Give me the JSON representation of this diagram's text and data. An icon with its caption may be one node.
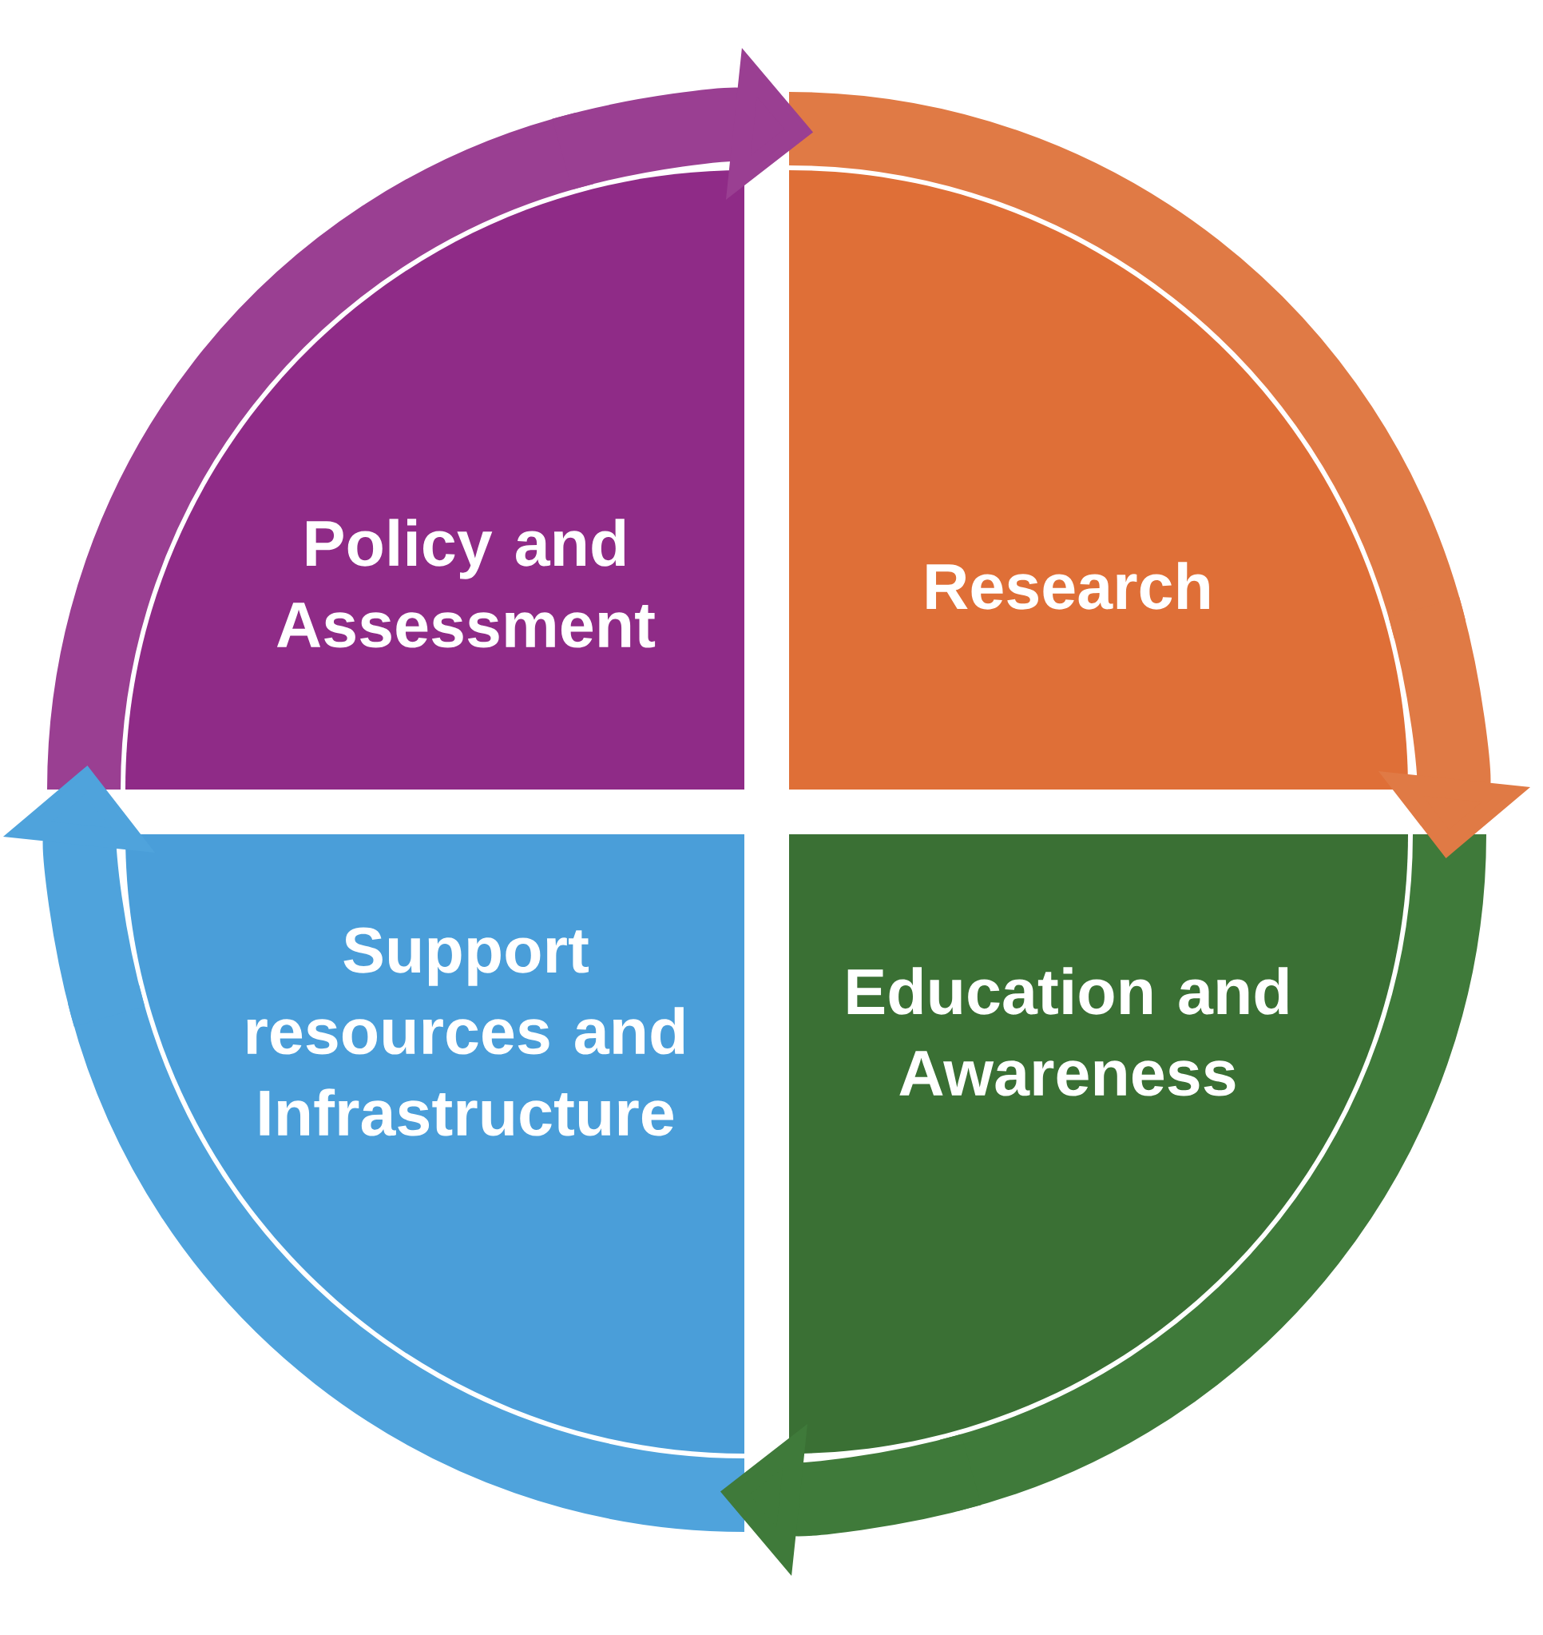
{
  "diagram": {
    "nodes": [
      {
        "text": [
          "Policy and Assessment"
        ]
      },
      {
        "text": [
          "Research"
        ]
      },
      {
        "text": [
          "Education and Awareness"
        ]
      },
      {
        "text": [
          "Support resources and Infrastructure"
        ]
      }
    ],
    "edges": [
      {
        "from": 0,
        "to": 1,
        "arrow": "to",
        "color": "#9a3f92"
      },
      {
        "from": 1,
        "to": 2,
        "arrow": "to",
        "color": "#e07a45"
      },
      {
        "from": 2,
        "to": 3,
        "arrow": "to",
        "color": "#3f7a3a"
      },
      {
        "from": 3,
        "to": 0,
        "arrow": "to",
        "color": "#4fa3dc"
      }
    ]
  }
}
